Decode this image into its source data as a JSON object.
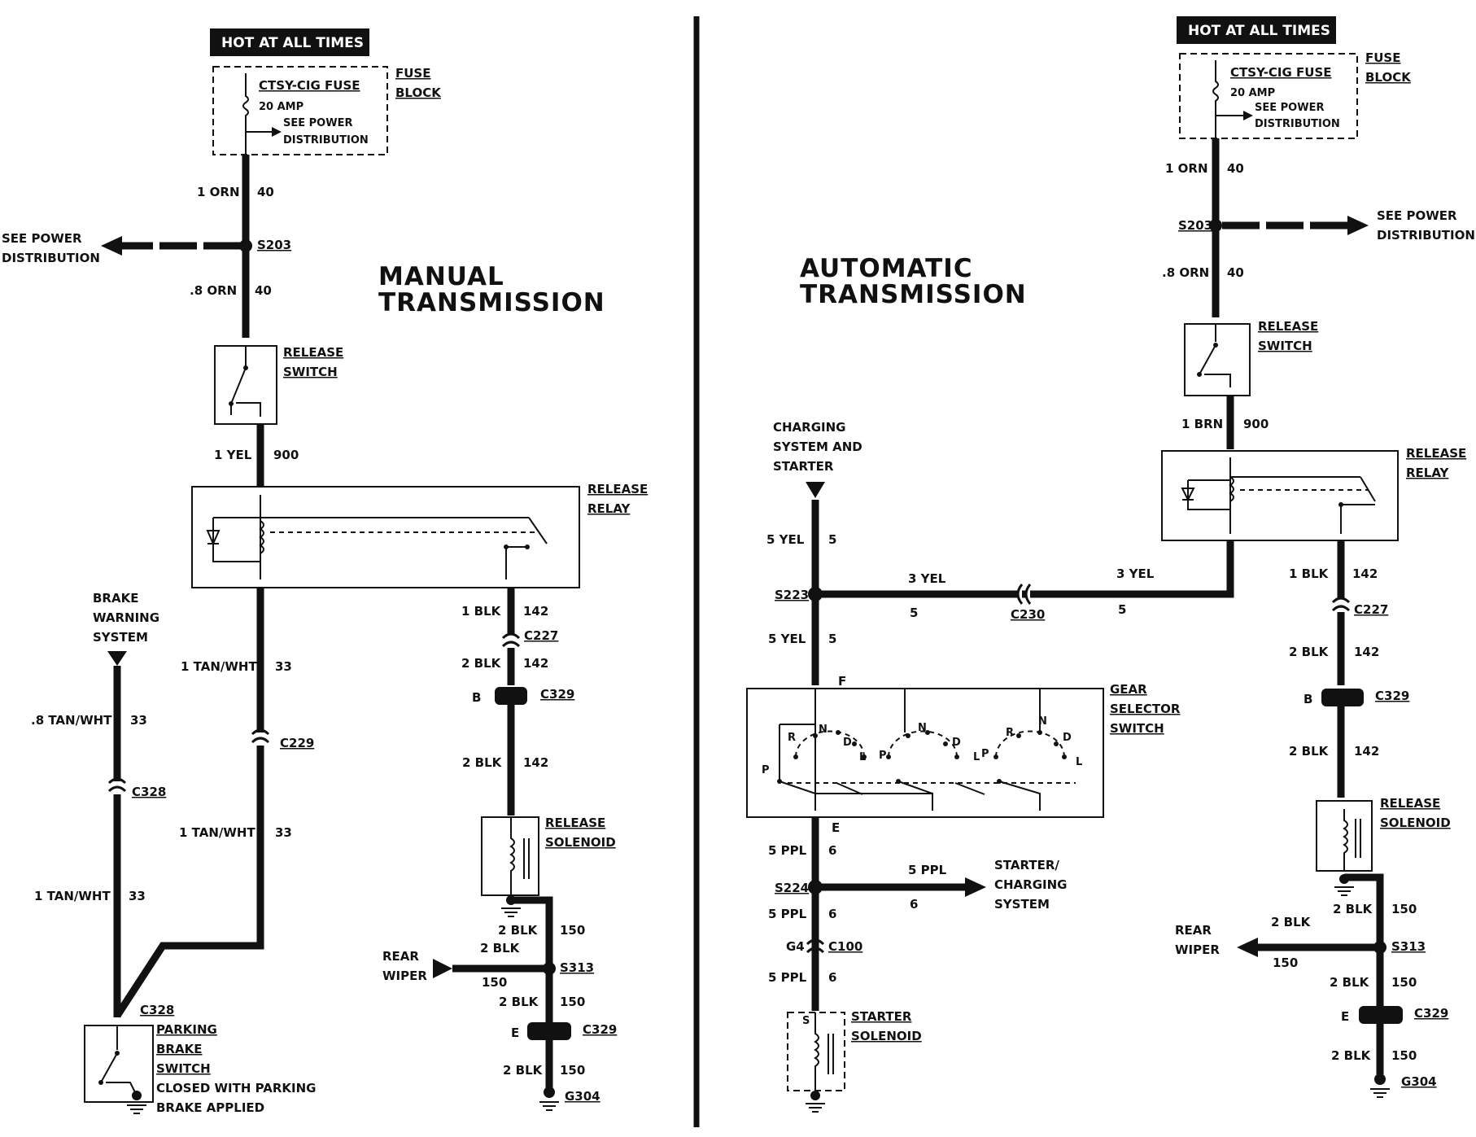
{
  "panels": {
    "manual": {
      "title_line1": "MANUAL",
      "title_line2": "TRANSMISSION",
      "hot": "HOT AT ALL TIMES",
      "fuse_name": "CTSY-CIG FUSE",
      "fuse_amp": "20 AMP",
      "fuse_see1": "SEE POWER",
      "fuse_see2": "DISTRIBUTION",
      "fuse_block1": "FUSE",
      "fuse_block2": "BLOCK",
      "w1_gauge": "1 ORN",
      "w1_circuit": "40",
      "splice1": "S203",
      "see_power1": "SEE POWER",
      "see_power2": "DISTRIBUTION",
      "w2_gauge": ".8 ORN",
      "w2_circuit": "40",
      "release_switch1": "RELEASE",
      "release_switch2": "SWITCH",
      "w3_gauge": "1 YEL",
      "w3_circuit": "900",
      "release_relay1": "RELEASE",
      "release_relay2": "RELAY",
      "brake_warning1": "BRAKE",
      "brake_warning2": "WARNING",
      "brake_warning3": "SYSTEM",
      "tan1_gauge": "1 TAN/WHT",
      "tan1_circuit": "33",
      "conn_c229": "C229",
      "tan2_gauge": "1 TAN/WHT",
      "tan2_circuit": "33",
      "tan8_gauge": ".8 TAN/WHT",
      "tan8_circuit": "33",
      "conn_c328a": "C328",
      "tan3_gauge": "1 TAN/WHT",
      "tan3_circuit": "33",
      "conn_c328b": "C328",
      "parking1": "PARKING",
      "parking2": "BRAKE",
      "parking3": "SWITCH",
      "parking4": "CLOSED WITH PARKING",
      "parking5": "BRAKE APPLIED",
      "blk1_gauge": "1 BLK",
      "blk1_circuit": "142",
      "conn_c227": "C227",
      "blk2_gauge": "2 BLK",
      "blk2_circuit": "142",
      "pin_b": "B",
      "conn_c329a": "C329",
      "blk3_gauge": "2 BLK",
      "blk3_circuit": "142",
      "solenoid1": "RELEASE",
      "solenoid2": "SOLENOID",
      "blk4_gauge": "2 BLK",
      "blk4_circuit": "150",
      "rear_wiper1": "REAR",
      "rear_wiper2": "WIPER",
      "rw_gauge": "2 BLK",
      "rw_circuit": "150",
      "splice2": "S313",
      "blk5_gauge": "2 BLK",
      "blk5_circuit": "150",
      "pin_e": "E",
      "conn_c329b": "C329",
      "blk6_gauge": "2 BLK",
      "blk6_circuit": "150",
      "ground": "G304"
    },
    "automatic": {
      "title_line1": "AUTOMATIC",
      "title_line2": "TRANSMISSION",
      "hot": "HOT AT ALL TIMES",
      "fuse_name": "CTSY-CIG FUSE",
      "fuse_amp": "20 AMP",
      "fuse_see1": "SEE POWER",
      "fuse_see2": "DISTRIBUTION",
      "fuse_block1": "FUSE",
      "fuse_block2": "BLOCK",
      "w1_gauge": "1 ORN",
      "w1_circuit": "40",
      "splice1": "S203",
      "see_power1": "SEE POWER",
      "see_power2": "DISTRIBUTION",
      "w2_gauge": ".8 ORN",
      "w2_circuit": "40",
      "release_switch1": "RELEASE",
      "release_switch2": "SWITCH",
      "w3_gauge": "1 BRN",
      "w3_circuit": "900",
      "release_relay1": "RELEASE",
      "release_relay2": "RELAY",
      "charging1": "CHARGING",
      "charging2": "SYSTEM AND",
      "charging3": "STARTER",
      "y1_gauge": "5 YEL",
      "y1_circuit": "5",
      "splice_s223": "S223",
      "y3a_gauge": "3 YEL",
      "y3a_circuit": "5",
      "conn_c230": "C230",
      "y3b_gauge": "3 YEL",
      "y3b_circuit": "5",
      "y2_gauge": "5 YEL",
      "y2_circuit": "5",
      "pin_f": "F",
      "gear1": "GEAR",
      "gear2": "SELECTOR",
      "gear3": "SWITCH",
      "pin_e": "E",
      "p1_gauge": "5 PPL",
      "p1_circuit": "6",
      "splice_s224": "S224",
      "starter_out_gauge": "5 PPL",
      "starter_out_circuit": "6",
      "starter_chg1": "STARTER/",
      "starter_chg2": "CHARGING",
      "starter_chg3": "SYSTEM",
      "p2_gauge": "5 PPL",
      "p2_circuit": "6",
      "pin_g4": "G4",
      "conn_c100": "C100",
      "p3_gauge": "5 PPL",
      "p3_circuit": "6",
      "starter_sol1": "STARTER",
      "starter_sol2": "SOLENOID",
      "blk1_gauge": "1 BLK",
      "blk1_circuit": "142",
      "conn_c227": "C227",
      "blk2_gauge": "2 BLK",
      "blk2_circuit": "142",
      "pin_b": "B",
      "conn_c329a": "C329",
      "blk3_gauge": "2 BLK",
      "blk3_circuit": "142",
      "solenoid1": "RELEASE",
      "solenoid2": "SOLENOID",
      "blk4_gauge": "2 BLK",
      "blk4_circuit": "150",
      "rear_wiper1": "REAR",
      "rear_wiper2": "WIPER",
      "rw_gauge": "2 BLK",
      "rw_circuit": "150",
      "splice2": "S313",
      "blk5_gauge": "2 BLK",
      "blk5_circuit": "150",
      "pin_e2": "E",
      "conn_c329b": "C329",
      "blk6_gauge": "2 BLK",
      "blk6_circuit": "150",
      "ground": "G304"
    }
  },
  "gear_positions": {
    "r": "R",
    "n": "N",
    "d": "D",
    "l": "L",
    "p": "P"
  },
  "colors": {
    "ink": "#111111",
    "paper": "#ffffff"
  }
}
